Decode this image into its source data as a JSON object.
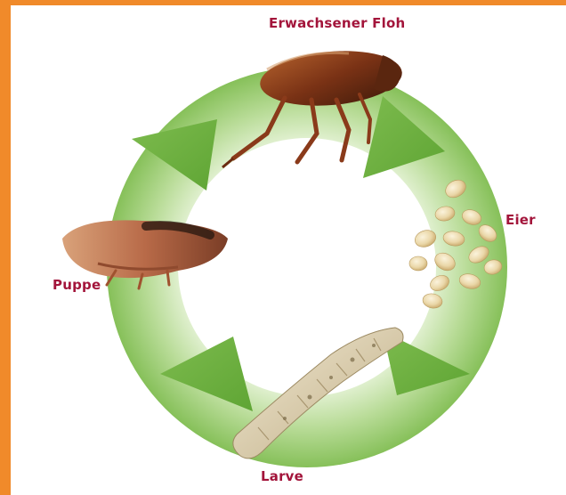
{
  "diagram": {
    "stages": {
      "adult": "Erwachsener Floh",
      "eggs": "Eier",
      "pupa": "Puppe",
      "larva": "Larve"
    }
  },
  "colors": {
    "frame": "#f08a2a",
    "label": "#a3153b",
    "arrow_dark": "#6aae3c",
    "arrow_light": "#dcefc6"
  }
}
